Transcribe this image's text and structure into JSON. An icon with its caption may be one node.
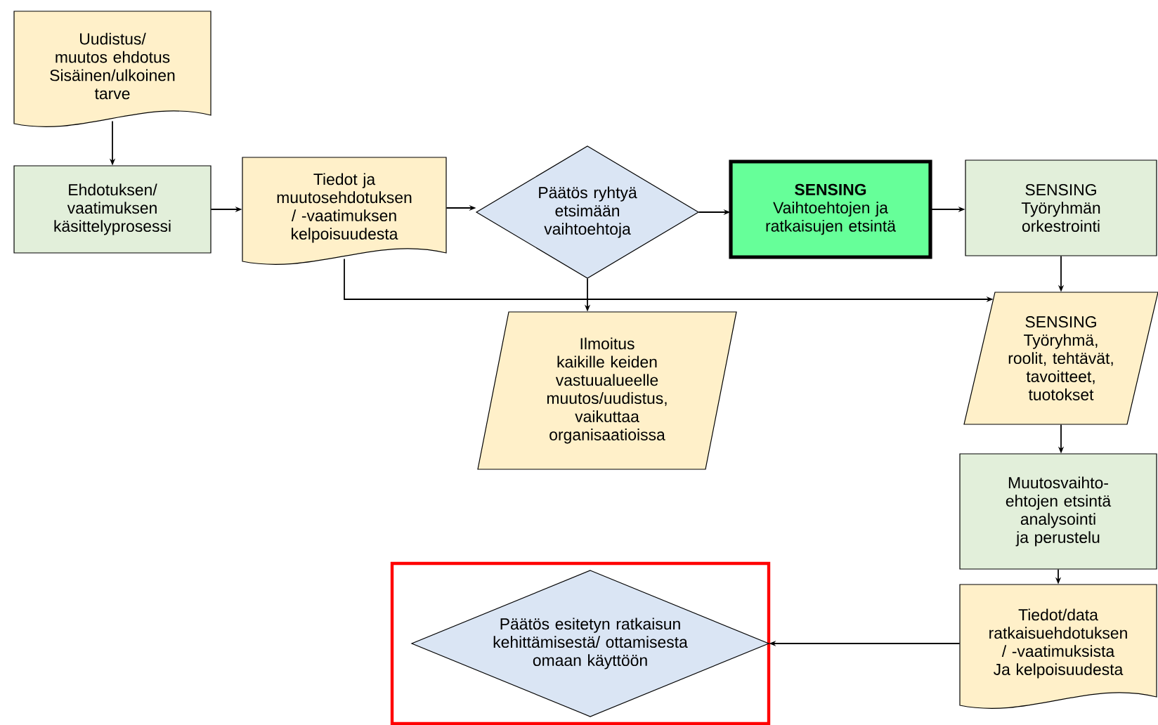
{
  "diagram": {
    "nodes": [
      {
        "text": [
          "Uudistus/ muutos ehdotus Sisäinen/ulkoinen tarve"
        ]
      },
      {
        "text": [
          "Ehdotuksen/ vaatimuksen käsittelyprosessi"
        ]
      },
      {
        "text": [
          "Tiedot ja muutosehdotuksen / -vaatimuksen kelpoisuudesta"
        ]
      },
      {
        "text": [
          "Päätös ryhtyä etsimään vaihtoehtoja"
        ]
      },
      {
        "text": [
          "**SENSING** Vaihtoehtojen ja ratkaisujen etsintä"
        ]
      },
      {
        "text": [
          "SENSING Työryhmän orkestrointi"
        ]
      },
      {
        "text": [
          "SENSING Työryhmä, roolit, tehtävät, tavoitteet, tuotokset"
        ]
      },
      {
        "text": [
          "Ilmoitus kaikille keiden vastuualueelle muutos/uudistus, vaikuttaa organisaatioissa"
        ]
      },
      {
        "text": [
          "Muutosvaihto-ehtojen etsintä analysointi ja perustelu"
        ]
      },
      {
        "text": [
          "Tiedot/data ratkaisuehdotuksen / -vaatimuksista Ja kelpoisuudesta"
        ]
      },
      {
        "text": [],
        "shape": "box"
      },
      {
        "text": [
          "Päätös esitetyn ratkaisun kehittämisestä/ ottamisesta omaan käyttöön"
        ],
        "in": 10
      }
    ],
    "edges": [
      {
        "from": 0,
        "to": 1,
        "arrow": "to"
      },
      {
        "from": 1,
        "to": 2,
        "arrow": "to"
      },
      {
        "from": 2,
        "to": 3,
        "arrow": "to"
      },
      {
        "from": 3,
        "to": 4,
        "arrow": "to"
      },
      {
        "from": 4,
        "to": 5,
        "arrow": "to"
      },
      {
        "from": 3,
        "to": 7,
        "arrow": "to"
      },
      {
        "from": 2,
        "to": 6,
        "arrow": "to"
      },
      {
        "from": 5,
        "to": 6,
        "arrow": "to"
      },
      {
        "from": 6,
        "to": 8,
        "arrow": "to"
      },
      {
        "from": 8,
        "to": 9,
        "arrow": "to"
      },
      {
        "from": 9,
        "to": 11,
        "arrow": "to"
      }
    ]
  }
}
